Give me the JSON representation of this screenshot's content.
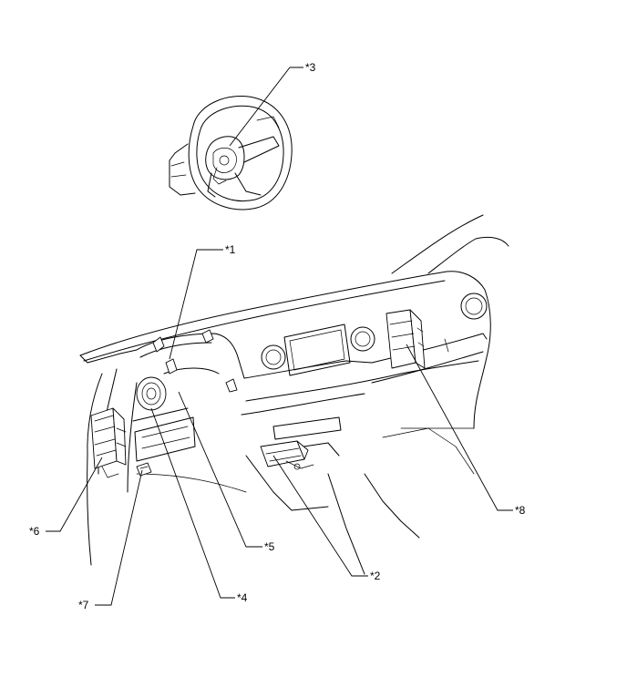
{
  "callouts": {
    "c1": "*1",
    "c2": "*2",
    "c3": "*3",
    "c4": "*4",
    "c5": "*5",
    "c6": "*6",
    "c7": "*7",
    "c8": "*8"
  }
}
